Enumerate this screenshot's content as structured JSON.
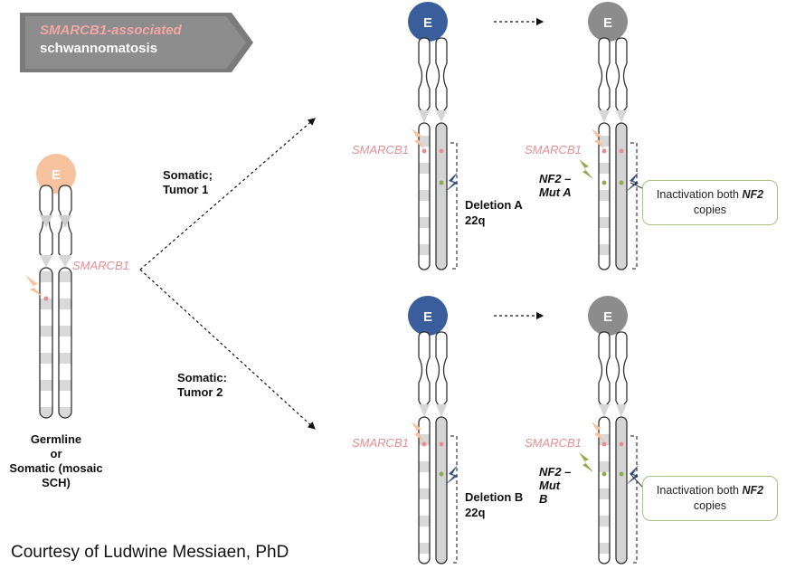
{
  "title": {
    "gene": "SMARCB1",
    "rest": "-associated",
    "line2": "schwannomatosis"
  },
  "gene_label": "SMARCB1",
  "centromere_letter": "E",
  "left": {
    "caption": [
      "Germline",
      "or",
      "Somatic (mosaic",
      "SCH)"
    ]
  },
  "arrows": {
    "tumor1_label": [
      "Somatic;",
      "Tumor 1"
    ],
    "tumor2_label": [
      "Somatic:",
      "Tumor 2"
    ]
  },
  "tumor1": {
    "deletion": [
      "Deletion A",
      "22q"
    ],
    "mutation": [
      "NF2 –",
      "Mut A"
    ]
  },
  "tumor2": {
    "deletion": [
      "Deletion B",
      "22q"
    ],
    "mutation": [
      "NF2 –",
      "Mut",
      "B"
    ]
  },
  "callout": {
    "pre": "Inactivation both ",
    "gene": "NF2",
    "post": "copies"
  },
  "credit": "Courtesy of Ludwine Messiaen, PhD",
  "colors": {
    "germline_centromere": "#f7c39e",
    "somatic_centromere": "#3a5d9c",
    "result_centromere": "#8c8c8c",
    "gene_text": "#e58f94",
    "lightning_orange": "#f7c39e",
    "lightning_blue": "#2f4f86",
    "lightning_green": "#8fac4d",
    "callout_border": "#a8c37f"
  }
}
